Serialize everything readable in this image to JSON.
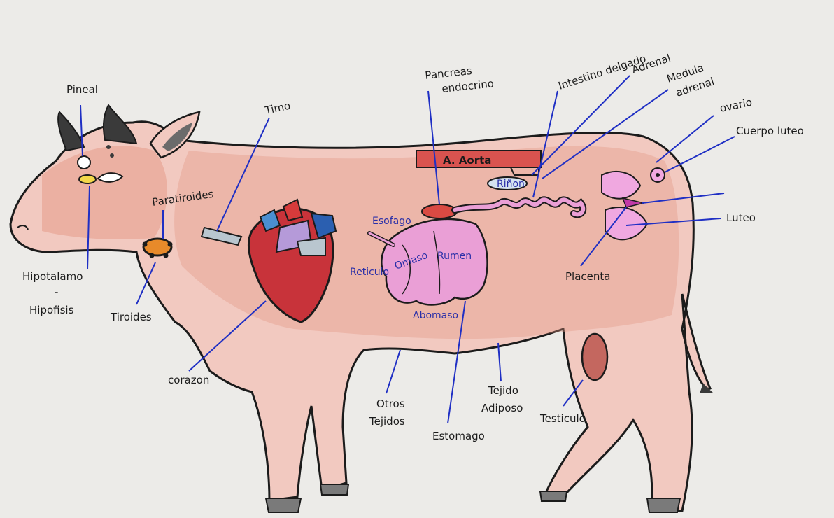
{
  "labels": {
    "pineal": "Pineal",
    "hipotalamo": "Hipotalamo",
    "dash": "-",
    "hipofisis": "Hipofisis",
    "paratiroides": "Paratiroides",
    "tiroides": "Tiroides",
    "timo": "Timo",
    "corazon": "corazon",
    "pancreas": "Pancreas",
    "endocrino": "endocrino",
    "esofago": "Esofago",
    "reticulo": "Reticulo",
    "omaso": "Omaso",
    "rumen": "Rumen",
    "abomaso": "Abomaso",
    "otros": "Otros",
    "tejidos": "Tejidos",
    "estomago": "Estomago",
    "aorta": "A. Aorta",
    "rinon": "Riñon",
    "intestino": "Intestino delgado",
    "adrenal": "Adrenal",
    "medula": "Medula",
    "adrenal2": "adrenal",
    "tejido": "Tejido",
    "adiposo": "Adiposo",
    "testiculo": "Testiculo",
    "ovario": "ovario",
    "cuerpo_luteo": "Cuerpo luteo",
    "luteo": "Luteo",
    "placenta": "Placenta"
  },
  "colors": {
    "paper": "#ecebe8",
    "body_fill": "#f2c9c0",
    "body_shade": "#e3927f",
    "outline": "#1b1b1b",
    "leader": "#1f2fc4",
    "heart_red": "#c8333a",
    "stomach_pink": "#ea9fd6",
    "horn": "#3a3a3a"
  }
}
